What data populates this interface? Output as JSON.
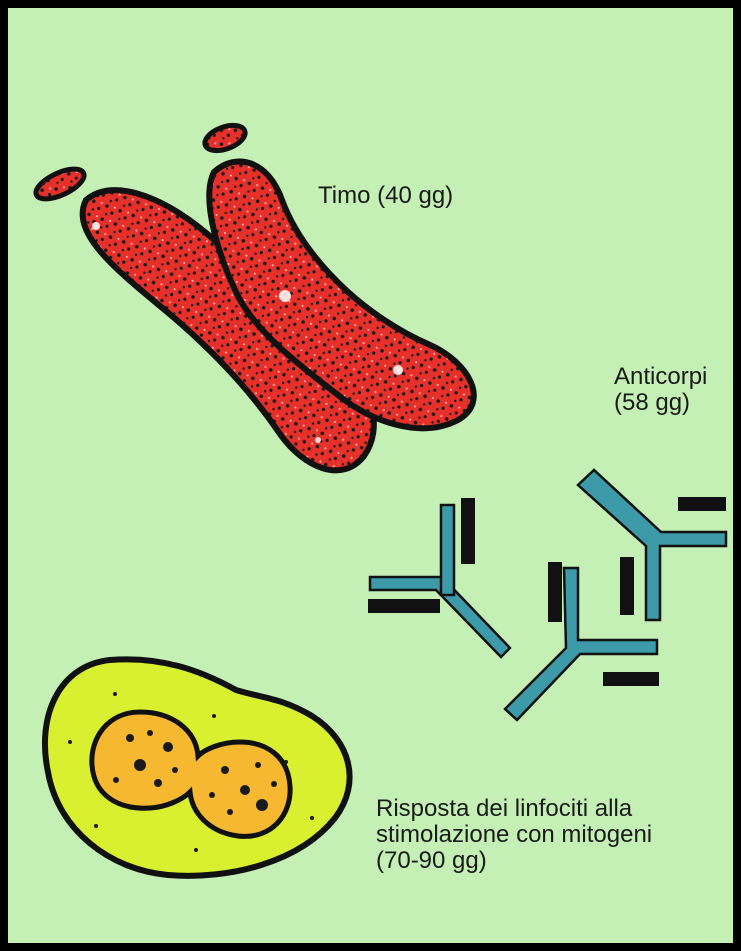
{
  "labels": {
    "thymus": "Timo (40 gg)",
    "antibodies": "Anticorpi\n(58 gg)",
    "lymphocytes": "Risposta dei linfociti alla\nstimolazione con mitogeni\n(70-90 gg)"
  },
  "colors": {
    "background": "#c4f0b5",
    "frame": "#000000",
    "thymus_fill": "#e8302a",
    "antibody_fill": "#3d9aa8",
    "cell_outer": "#d8f030",
    "cell_nucleus": "#f5b830",
    "outline": "#111111"
  }
}
